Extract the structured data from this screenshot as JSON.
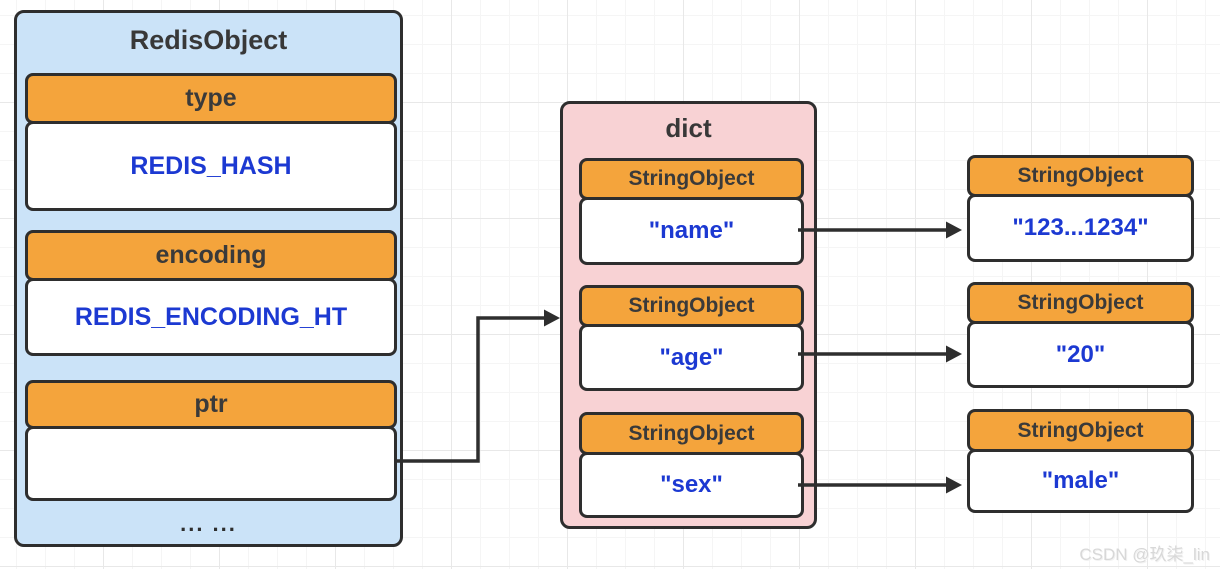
{
  "redis_object": {
    "title": "RedisObject",
    "fields": [
      {
        "label": "type",
        "value": "REDIS_HASH"
      },
      {
        "label": "encoding",
        "value": "REDIS_ENCODING_HT"
      },
      {
        "label": "ptr",
        "value": ""
      }
    ],
    "ellipsis": "... ..."
  },
  "dict": {
    "title": "dict",
    "entries": [
      {
        "label": "StringObject",
        "value": "\"name\""
      },
      {
        "label": "StringObject",
        "value": "\"age\""
      },
      {
        "label": "StringObject",
        "value": "\"sex\""
      }
    ]
  },
  "value_objects": [
    {
      "label": "StringObject",
      "value": "\"123...1234\""
    },
    {
      "label": "StringObject",
      "value": "\"20\""
    },
    {
      "label": "StringObject",
      "value": "\"male\""
    }
  ],
  "watermark": "CSDN @玖柒_lin",
  "colors": {
    "redis_box_fill": "#cbe3f8",
    "dict_box_fill": "#f8d2d4",
    "header_fill": "#f4a43c",
    "value_fill": "#ffffff",
    "border": "#2e2e2e",
    "value_text": "#1c39d2",
    "label_text": "#3a3a3a",
    "watermark_text": "#d8d8d8"
  }
}
